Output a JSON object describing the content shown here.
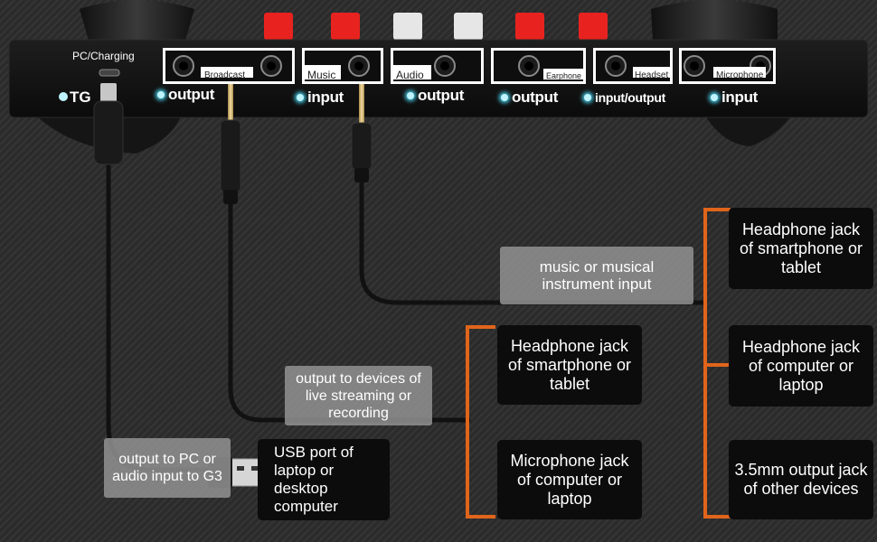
{
  "device": {
    "pc_charging_label": "PC/Charging",
    "otg_label": "TG",
    "jacks": [
      {
        "panel": "Broadcast",
        "direction": "output"
      },
      {
        "panel": "Music",
        "direction": "input"
      },
      {
        "panel": "Audio",
        "direction": "output"
      },
      {
        "panel": "Earphone",
        "direction": "output"
      },
      {
        "panel": "Headset",
        "direction": "input/output"
      },
      {
        "panel": "Microphone",
        "direction": "input"
      }
    ],
    "button_colors": [
      "#e8231f",
      "#e8231f",
      "#e6e6e6",
      "#e6e6e6",
      "#e8231f",
      "#e8231f"
    ]
  },
  "callouts": {
    "music_input": "music or musical instrument input",
    "live_stream_output": "output to devices of live streaming or recording",
    "pc_output": "output to PC or audio input to G3",
    "usb_port": "USB port of laptop or desktop computer"
  },
  "targets": {
    "middle": [
      "Headphone jack of smartphone or tablet",
      "Microphone jack of computer or laptop"
    ],
    "right": [
      "Headphone jack of smartphone or tablet",
      "Headphone jack of computer or laptop",
      "3.5mm output jack of other devices"
    ]
  },
  "colors": {
    "bracket": "#e0651b",
    "indicator_glow": "#49d3ee",
    "device_body": "#141414"
  }
}
